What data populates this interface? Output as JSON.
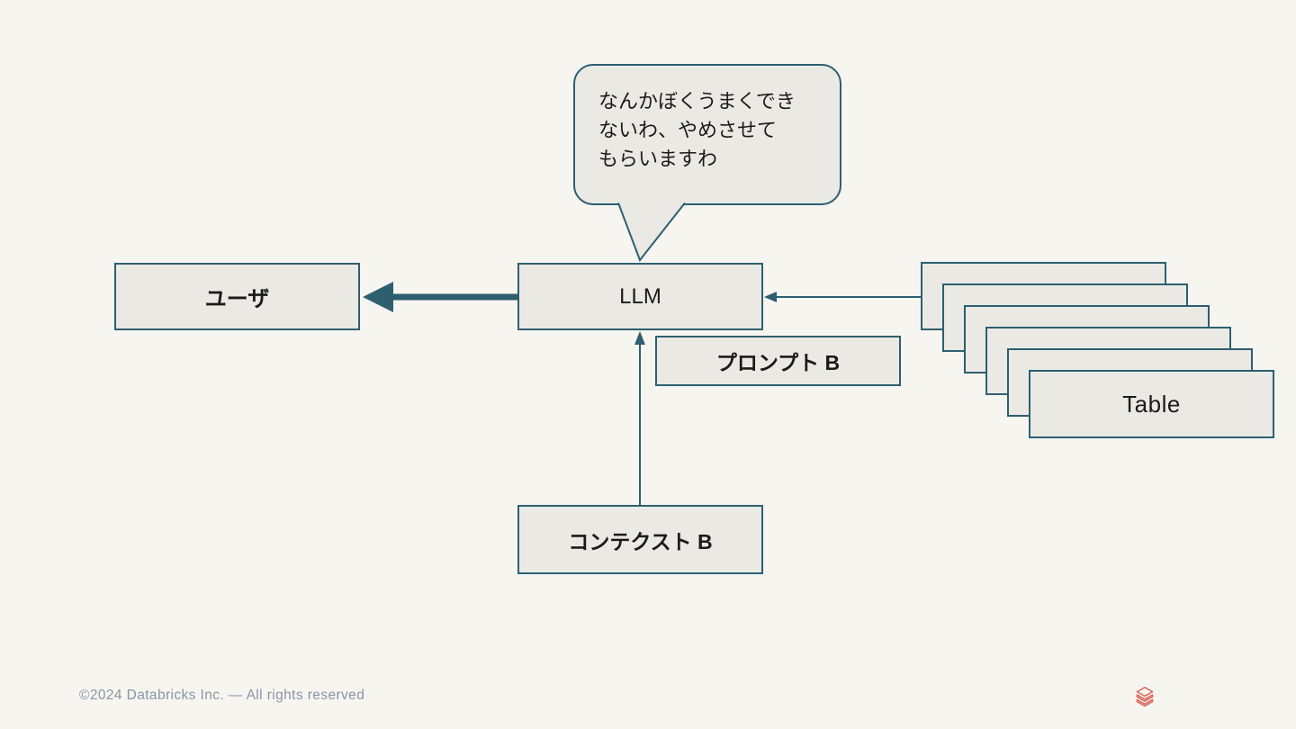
{
  "colors": {
    "background": "#f7f5f0",
    "box_fill": "#eae9e4",
    "stroke": "#2d5f70",
    "ink": "#1b1b19",
    "footer_text": "#8795a4",
    "logo": "#d9685a"
  },
  "speech_bubble": {
    "lines": [
      "なんかぼくうまくでき",
      "ないわ、やめさせて",
      "もらいますわ"
    ]
  },
  "nodes": {
    "user": {
      "label": "ユーザ"
    },
    "llm": {
      "label": "LLM"
    },
    "prompt": {
      "label": "プロンプト B"
    },
    "context": {
      "label": "コンテクスト B"
    },
    "table_stack": {
      "count": 6,
      "front_label": "Table"
    }
  },
  "edges": [
    {
      "from": "llm",
      "to": "user",
      "style": "thick-arrow"
    },
    {
      "from": "table_stack",
      "to": "llm",
      "style": "thin-arrow"
    },
    {
      "from": "context",
      "to": "llm",
      "style": "thin-arrow"
    }
  ],
  "footer": {
    "copyright": "©2024 Databricks Inc. — All rights reserved"
  }
}
